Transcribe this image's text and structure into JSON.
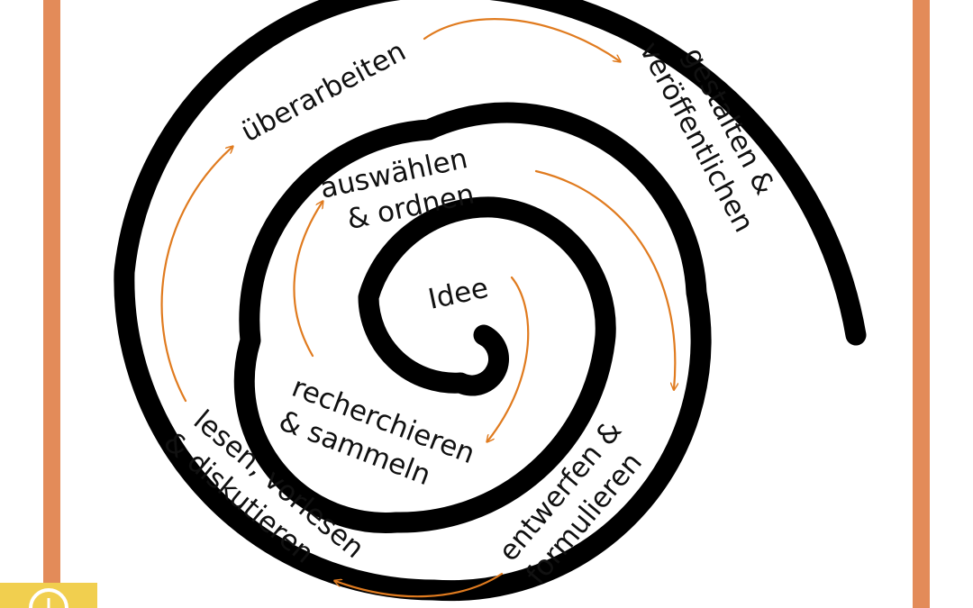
{
  "colors": {
    "frame": "#e38b59",
    "spiral": "#000000",
    "arrows": "#e07b1f",
    "text": "#111111",
    "badge": "#f1cf4f"
  },
  "spiral": {
    "stages": [
      {
        "id": "idee",
        "lines": [
          "Idee"
        ]
      },
      {
        "id": "recherchieren",
        "lines": [
          "recherchieren",
          "& sammeln"
        ]
      },
      {
        "id": "auswaehlen",
        "lines": [
          "auswählen",
          "& ordnen"
        ]
      },
      {
        "id": "entwerfen",
        "lines": [
          "entwerfen &",
          "formulieren"
        ]
      },
      {
        "id": "lesen",
        "lines": [
          "lesen, vorlesen",
          "& diskutieren"
        ]
      },
      {
        "id": "ueberarbeiten",
        "lines": [
          "überarbeiten"
        ]
      },
      {
        "id": "gestalten",
        "lines": [
          "gestalten &",
          "veröffentlichen"
        ]
      }
    ]
  }
}
